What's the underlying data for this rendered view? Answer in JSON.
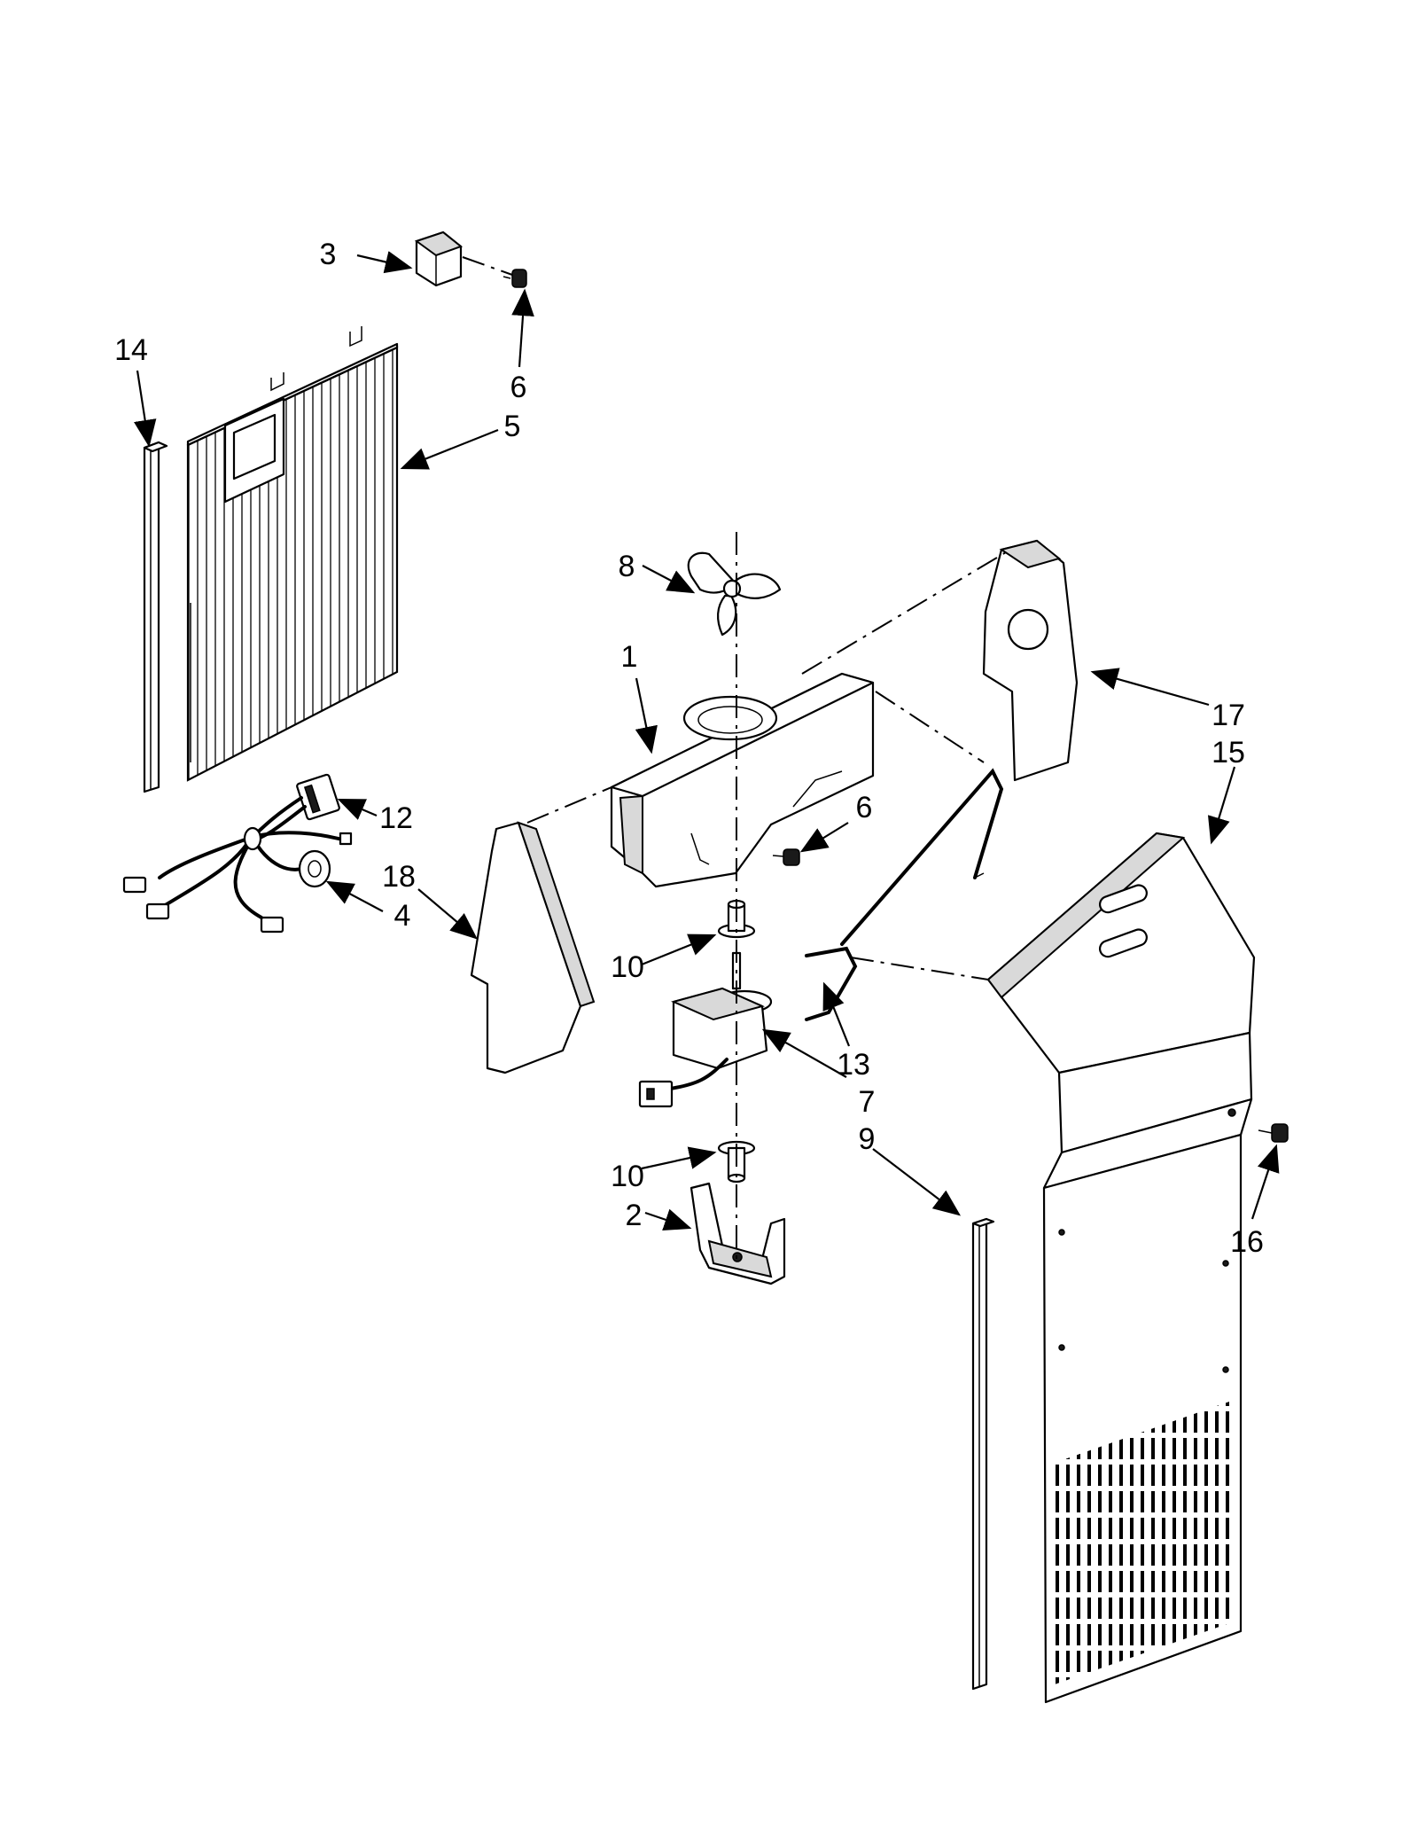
{
  "diagram": {
    "callouts": [
      {
        "id": "c1",
        "label": "1"
      },
      {
        "id": "c2",
        "label": "2"
      },
      {
        "id": "c3",
        "label": "3"
      },
      {
        "id": "c4",
        "label": "4"
      },
      {
        "id": "c5",
        "label": "5"
      },
      {
        "id": "c6a",
        "label": "6"
      },
      {
        "id": "c6b",
        "label": "6"
      },
      {
        "id": "c7",
        "label": "7"
      },
      {
        "id": "c8",
        "label": "8"
      },
      {
        "id": "c9",
        "label": "9"
      },
      {
        "id": "c10a",
        "label": "10"
      },
      {
        "id": "c10b",
        "label": "10"
      },
      {
        "id": "c12",
        "label": "12"
      },
      {
        "id": "c13",
        "label": "13"
      },
      {
        "id": "c14",
        "label": "14"
      },
      {
        "id": "c15",
        "label": "15"
      },
      {
        "id": "c16",
        "label": "16"
      },
      {
        "id": "c17",
        "label": "17"
      },
      {
        "id": "c18",
        "label": "18"
      }
    ],
    "colors": {
      "line": "#000000",
      "background": "#ffffff",
      "shade": "#d9d9d9"
    }
  }
}
